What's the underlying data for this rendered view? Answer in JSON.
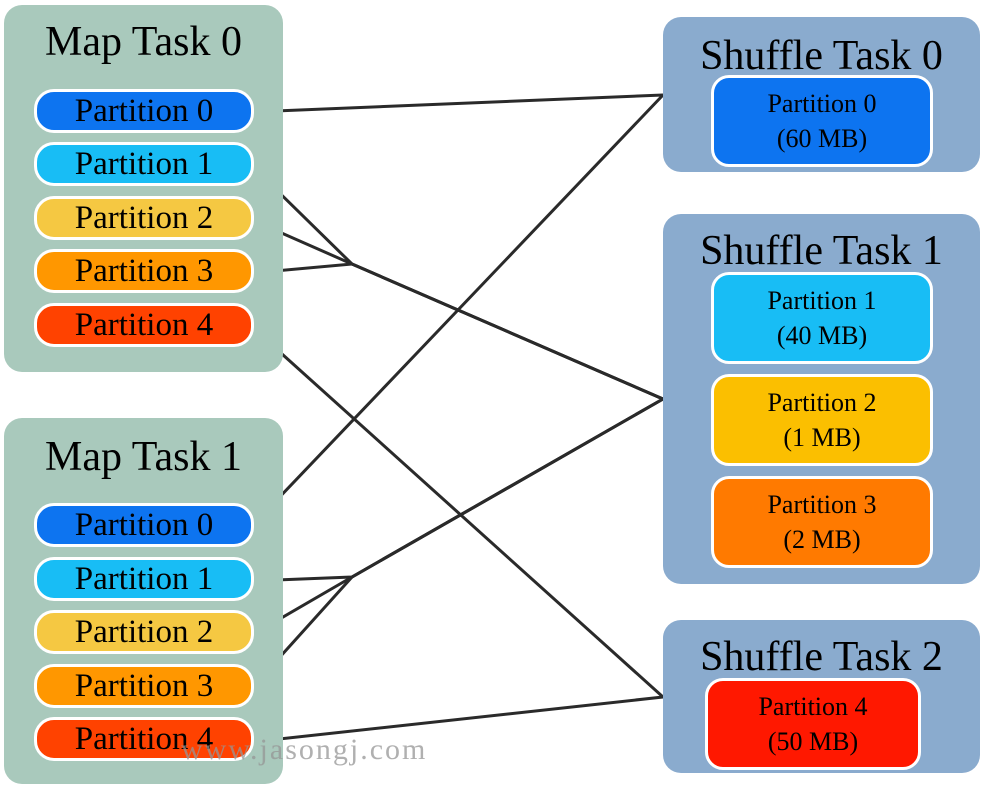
{
  "colors": {
    "map_box": "#a9c9bc",
    "shuffle_box": "#8aabce",
    "partition_0": "#0d74f0",
    "partition_1": "#18bdf5",
    "partition_2": "#f5c842",
    "partition_3": "#ff9700",
    "partition_4": "#ff4200",
    "connector": "#2a2a2a"
  },
  "map_tasks": [
    {
      "title": "Map Task 0",
      "partitions": [
        "Partition 0",
        "Partition 1",
        "Partition 2",
        "Partition 3",
        "Partition 4"
      ]
    },
    {
      "title": "Map Task 1",
      "partitions": [
        "Partition 0",
        "Partition 1",
        "Partition 2",
        "Partition 3",
        "Partition 4"
      ]
    }
  ],
  "shuffle_tasks": [
    {
      "title": "Shuffle Task 0",
      "partitions": [
        {
          "name": "Partition 0",
          "size": "(60 MB)",
          "color": "#0d74f0"
        }
      ]
    },
    {
      "title": "Shuffle Task 1",
      "partitions": [
        {
          "name": "Partition 1",
          "size": "(40 MB)",
          "color": "#18bdf5"
        },
        {
          "name": "Partition 2",
          "size": "(1 MB)",
          "color": "#fbbf00"
        },
        {
          "name": "Partition 3",
          "size": "(2 MB)",
          "color": "#ff7a00"
        }
      ]
    },
    {
      "title": "Shuffle Task 2",
      "partitions": [
        {
          "name": "Partition 4",
          "size": "(50 MB)",
          "color": "#ff1800"
        }
      ]
    }
  ],
  "edges": [
    {
      "from_map": 0,
      "partition": 0,
      "to_shuffle": 0
    },
    {
      "from_map": 0,
      "partition": 1,
      "to_shuffle": 1
    },
    {
      "from_map": 0,
      "partition": 2,
      "to_shuffle": 1
    },
    {
      "from_map": 0,
      "partition": 3,
      "to_shuffle": 1
    },
    {
      "from_map": 0,
      "partition": 4,
      "to_shuffle": 2
    },
    {
      "from_map": 1,
      "partition": 0,
      "to_shuffle": 0
    },
    {
      "from_map": 1,
      "partition": 1,
      "to_shuffle": 1
    },
    {
      "from_map": 1,
      "partition": 2,
      "to_shuffle": 1
    },
    {
      "from_map": 1,
      "partition": 3,
      "to_shuffle": 1
    },
    {
      "from_map": 1,
      "partition": 4,
      "to_shuffle": 2
    }
  ],
  "watermark": "www.jasongj.com"
}
